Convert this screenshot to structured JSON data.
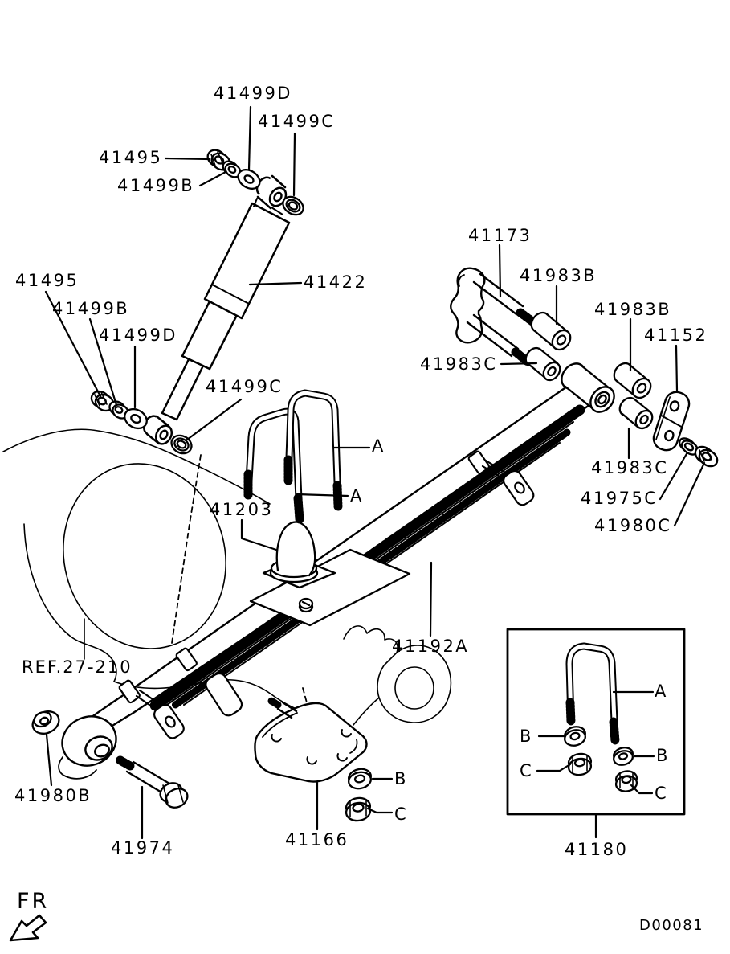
{
  "doc": {
    "front_marker": "FR",
    "drawing_code": "D00081",
    "reference": "REF.27-210"
  },
  "callouts": {
    "a": "A",
    "b": "B",
    "c": "C"
  },
  "labels": {
    "n41495": "41495",
    "n41499b": "41499B",
    "n41499c": "41499C",
    "n41499d": "41499D",
    "n41422": "41422",
    "n41173": "41173",
    "n41983b": "41983B",
    "n41983c": "41983C",
    "n41152": "41152",
    "n41975c": "41975C",
    "n41980c": "41980C",
    "n41203": "41203",
    "n41192a": "41192A",
    "n41166": "41166",
    "n41974": "41974",
    "n41980b": "41980B",
    "n41180": "41180"
  },
  "parts_shown": [
    "41495",
    "41499B",
    "41499C",
    "41499D",
    "41422",
    "41173",
    "41983B",
    "41983C",
    "41152",
    "41975C",
    "41980C",
    "41203",
    "41192A",
    "41166",
    "41974",
    "41980B",
    "41180"
  ]
}
